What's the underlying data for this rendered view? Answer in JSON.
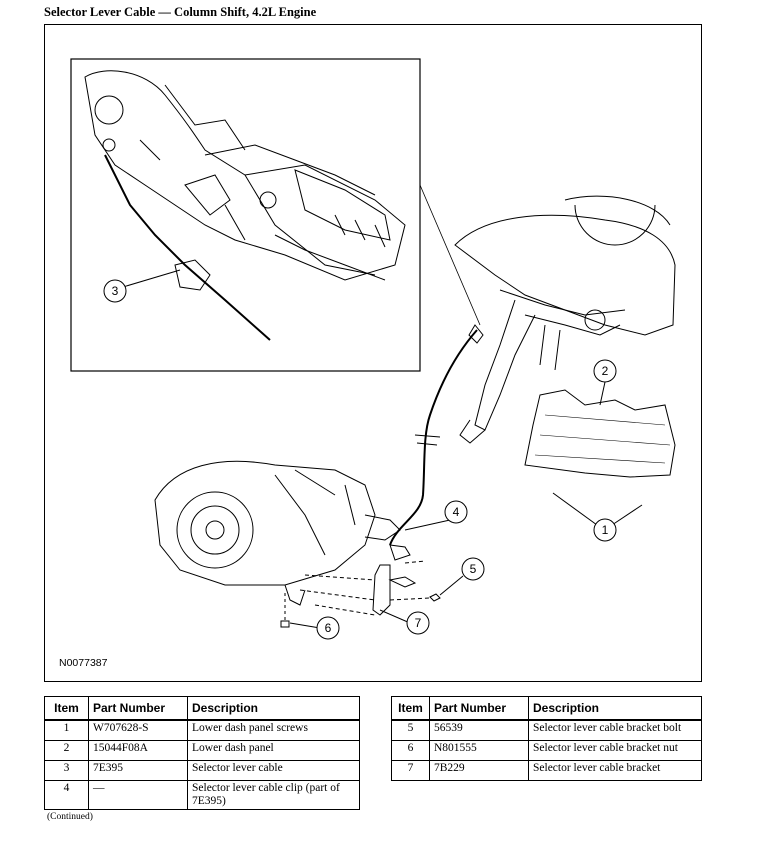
{
  "page": {
    "title": "Selector Lever Cable — Column Shift, 4.2L Engine",
    "continued": "(Continued)"
  },
  "figure": {
    "id": "N0077387",
    "callouts": [
      "1",
      "2",
      "3",
      "4",
      "5",
      "6",
      "7"
    ]
  },
  "table_headers": {
    "item": "Item",
    "part_number": "Part Number",
    "description": "Description"
  },
  "parts_left": [
    {
      "item": "1",
      "part_number": "W707628-S",
      "description": "Lower dash panel screws"
    },
    {
      "item": "2",
      "part_number": "15044F08A",
      "description": "Lower dash panel"
    },
    {
      "item": "3",
      "part_number": "7E395",
      "description": "Selector lever cable"
    },
    {
      "item": "4",
      "part_number": "—",
      "description": "Selector lever cable clip (part of 7E395)"
    }
  ],
  "parts_right": [
    {
      "item": "5",
      "part_number": "56539",
      "description": "Selector lever cable bracket bolt"
    },
    {
      "item": "6",
      "part_number": "N801555",
      "description": "Selector lever cable bracket nut"
    },
    {
      "item": "7",
      "part_number": "7B229",
      "description": "Selector lever cable bracket"
    }
  ]
}
